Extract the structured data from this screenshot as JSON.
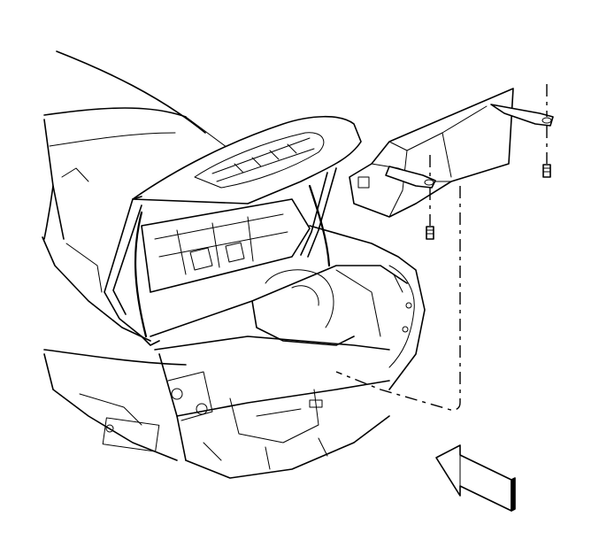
{
  "diagram": {
    "subject": "vehicle-rear-compartment-with-open-trunk-lid",
    "parts": [
      {
        "id": "trunk-lid",
        "label": ""
      },
      {
        "id": "rear-compartment",
        "label": ""
      },
      {
        "id": "rear-trim-panel-bracket",
        "label": ""
      },
      {
        "id": "fastener-upper",
        "label": ""
      },
      {
        "id": "fastener-lower",
        "label": ""
      }
    ],
    "view_arrow": {
      "icon": "view-direction-arrow-icon"
    },
    "line_color": "#000000",
    "background": "#ffffff"
  }
}
